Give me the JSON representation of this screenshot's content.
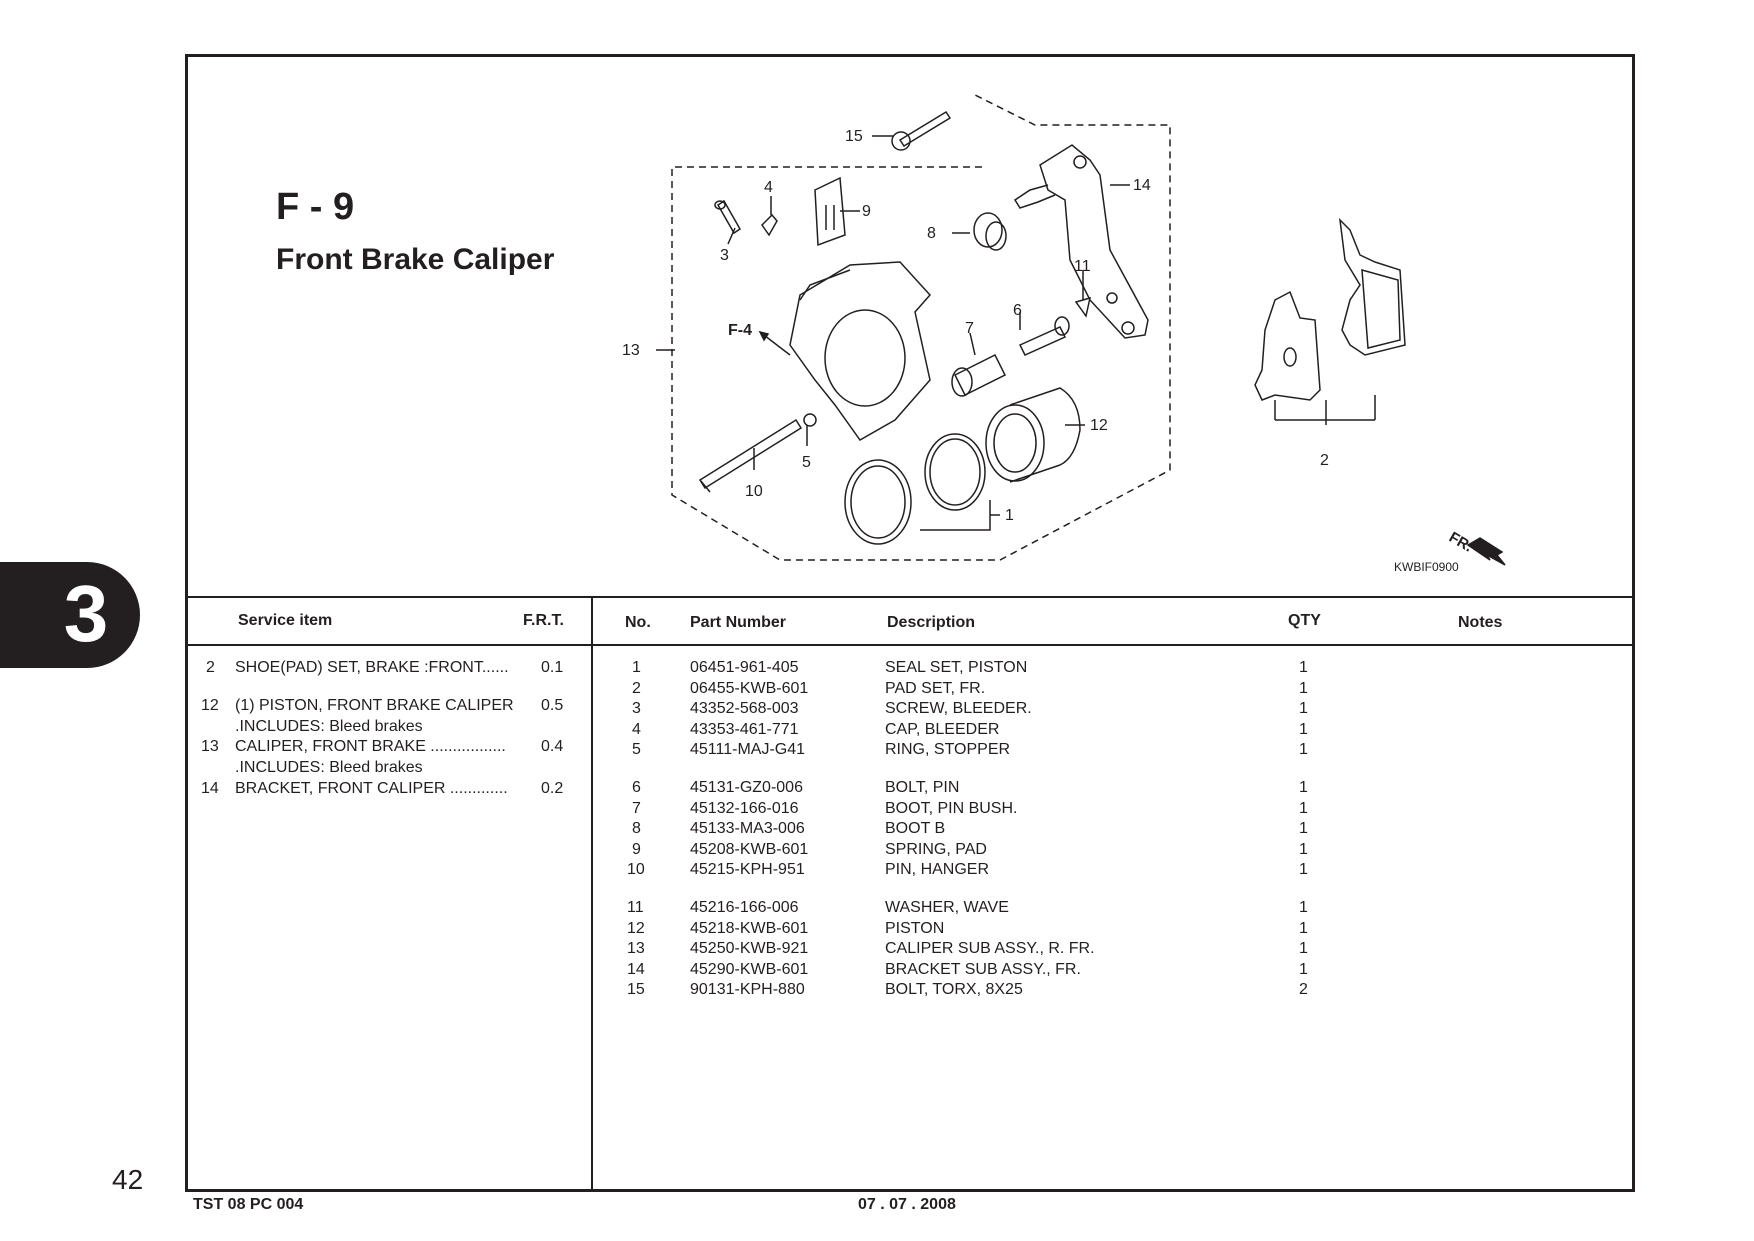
{
  "page": {
    "section_number": "3",
    "page_number": "42",
    "title": "F - 9",
    "subtitle": "Front Brake Caliper",
    "illustration_code": "KWBIF0900",
    "footer_left": "TST 08 PC 004",
    "footer_center": "07 . 07 . 2008"
  },
  "diagram": {
    "callouts": [
      "15",
      "4",
      "9",
      "14",
      "8",
      "3",
      "11",
      "6",
      "7",
      "13",
      "12",
      "5",
      "10",
      "1",
      "2"
    ],
    "ref_label": "F-4",
    "direction_label": "FR."
  },
  "service_table": {
    "headers": {
      "item": "Service item",
      "frt": "F.R.T."
    },
    "rows": [
      {
        "ref": "2",
        "desc": "SHOE(PAD) SET, BRAKE :FRONT......",
        "frt": "0.1"
      },
      {
        "ref": "12",
        "desc": "(1) PISTON, FRONT BRAKE CALIPER",
        "frt": "0.5"
      },
      {
        "ref": "",
        "desc": ".INCLUDES: Bleed brakes",
        "frt": ""
      },
      {
        "ref": "13",
        "desc": "CALIPER, FRONT BRAKE .................",
        "frt": "0.4"
      },
      {
        "ref": "",
        "desc": ".INCLUDES: Bleed brakes",
        "frt": ""
      },
      {
        "ref": "14",
        "desc": "BRACKET, FRONT CALIPER .............",
        "frt": "0.2"
      }
    ]
  },
  "parts_table": {
    "headers": {
      "no": "No.",
      "part_number": "Part Number",
      "description": "Description",
      "qty": "QTY",
      "notes": "Notes"
    },
    "rows": [
      {
        "no": "1",
        "part_number": "06451-961-405",
        "description": "SEAL SET, PISTON",
        "qty": "1"
      },
      {
        "no": "2",
        "part_number": "06455-KWB-601",
        "description": "PAD SET, FR.",
        "qty": "1"
      },
      {
        "no": "3",
        "part_number": "43352-568-003",
        "description": "SCREW, BLEEDER.",
        "qty": "1"
      },
      {
        "no": "4",
        "part_number": "43353-461-771",
        "description": "CAP, BLEEDER",
        "qty": "1"
      },
      {
        "no": "5",
        "part_number": "45111-MAJ-G41",
        "description": "RING, STOPPER",
        "qty": "1"
      },
      {
        "no": "6",
        "part_number": "45131-GZ0-006",
        "description": "BOLT, PIN",
        "qty": "1"
      },
      {
        "no": "7",
        "part_number": "45132-166-016",
        "description": "BOOT, PIN BUSH.",
        "qty": "1"
      },
      {
        "no": "8",
        "part_number": "45133-MA3-006",
        "description": "BOOT B",
        "qty": "1"
      },
      {
        "no": "9",
        "part_number": "45208-KWB-601",
        "description": "SPRING, PAD",
        "qty": "1"
      },
      {
        "no": "10",
        "part_number": "45215-KPH-951",
        "description": "PIN, HANGER",
        "qty": "1"
      },
      {
        "no": "11",
        "part_number": "45216-166-006",
        "description": "WASHER, WAVE",
        "qty": "1"
      },
      {
        "no": "12",
        "part_number": "45218-KWB-601",
        "description": "PISTON",
        "qty": "1"
      },
      {
        "no": "13",
        "part_number": "45250-KWB-921",
        "description": "CALIPER SUB ASSY., R. FR.",
        "qty": "1"
      },
      {
        "no": "14",
        "part_number": "45290-KWB-601",
        "description": "BRACKET SUB ASSY., FR.",
        "qty": "1"
      },
      {
        "no": "15",
        "part_number": "90131-KPH-880",
        "description": "BOLT, TORX, 8X25",
        "qty": "2"
      }
    ]
  }
}
